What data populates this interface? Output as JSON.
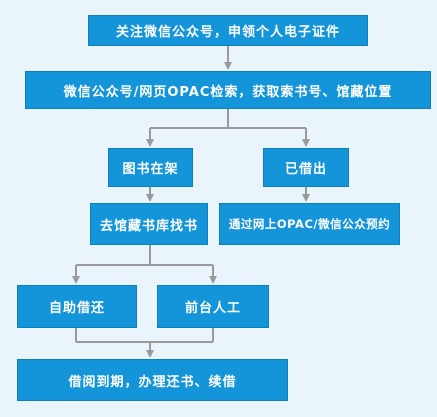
{
  "steps": {
    "follow_account": "关注微信公众号，申领个人电子证件",
    "search": "微信公众号/网页OPAC检索，获取索书号、馆藏位置",
    "on_shelf": "图书在架",
    "borrowed": "已借出",
    "go_to_stacks": "去馆藏书库找书",
    "reserve": "通过网上OPAC/微信公众预约",
    "self_service": "自助借还",
    "front_desk": "前台人工",
    "due_date": "借阅到期，办理还书、续借"
  },
  "colors": {
    "box_fill": "#1495d9",
    "arrow": "#9a9a9a",
    "background": "#e9f4fb"
  }
}
